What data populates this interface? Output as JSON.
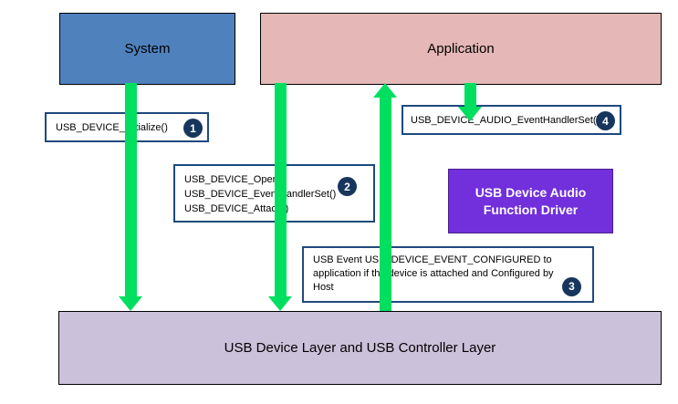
{
  "diagram": {
    "boxes": {
      "system": {
        "label": "System"
      },
      "application": {
        "label": "Application"
      },
      "audio_driver": {
        "lines": [
          "USB Device Audio",
          "Function Driver"
        ]
      },
      "usb_layer": {
        "label": "USB Device Layer and USB Controller Layer"
      }
    },
    "callouts": {
      "initialize": {
        "lines": [
          "USB_DEVICE_Initialize()"
        ],
        "badge": "1"
      },
      "open_attach": {
        "lines": [
          "USB_DEVICE_Open()",
          "USB_DEVICE_EventHandlerSet()",
          "USB_DEVICE_Attach()"
        ],
        "badge": "2"
      },
      "event_configured": {
        "lines": [
          "USB Event  USB_DEVICE_EVENT_CONFIGURED to",
          "application if the device is attached  and Configured by",
          "Host"
        ],
        "badge": "3"
      },
      "audio_handler": {
        "lines": [
          "USB_DEVICE_AUDIO_EventHandlerSet()"
        ],
        "badge": "4"
      }
    },
    "colors": {
      "system_bg": "#4F81BD",
      "application_bg": "#E5B8B7",
      "audio_driver_bg": "#7130DB",
      "usb_layer_bg": "#CCC1DA",
      "arrow_green": "#00DF5F",
      "callout_border": "#1F497D",
      "badge_bg": "#17365D"
    }
  }
}
